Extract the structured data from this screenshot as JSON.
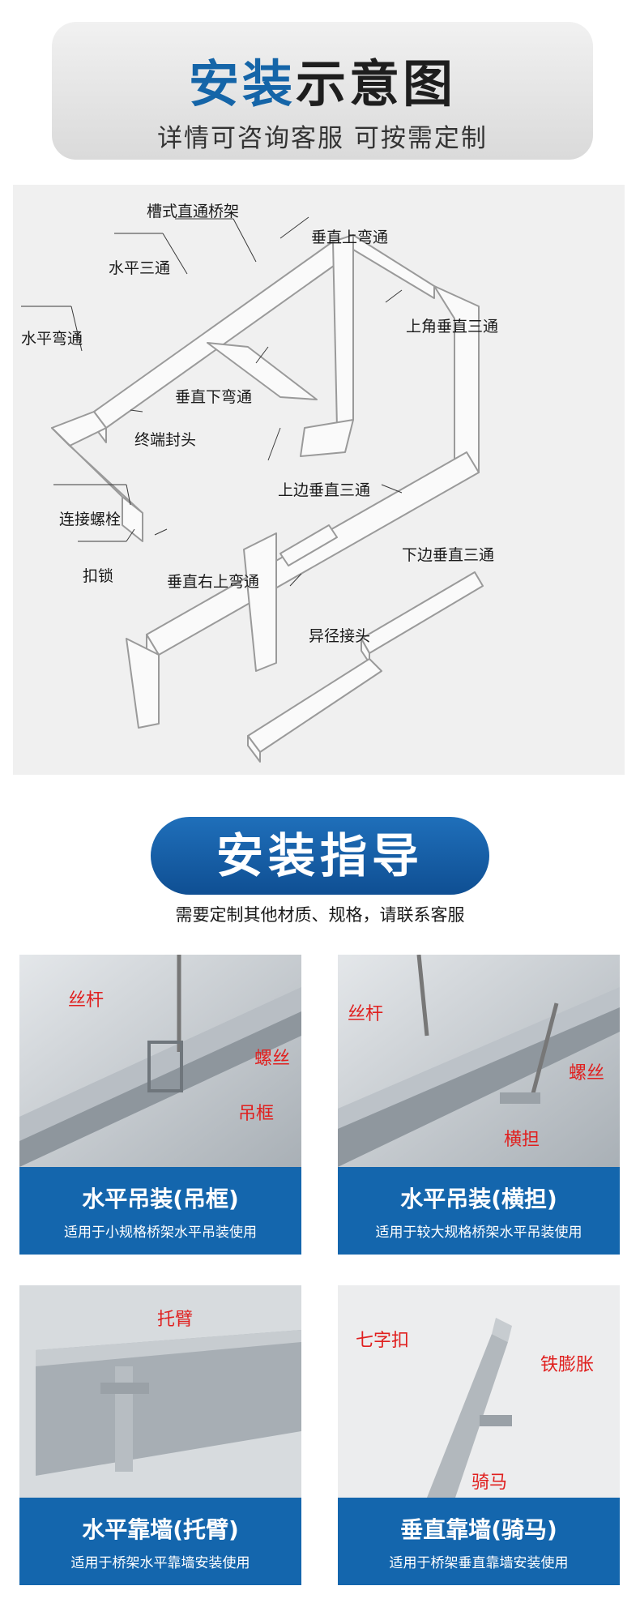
{
  "header": {
    "title_blue": "安装",
    "title_dark": "示意图",
    "subtitle": "详情可咨询客服  可按需定制"
  },
  "diagram_labels": {
    "straight_tray": "槽式直通桥架",
    "vertical_up_bend": "垂直上弯通",
    "horizontal_tee": "水平三通",
    "upper_corner_tee": "上角垂直三通",
    "horizontal_bend": "水平弯通",
    "vertical_down_bend": "垂直下弯通",
    "end_cap": "终端封头",
    "upper_vertical_tee": "上边垂直三通",
    "connecting_bolt": "连接螺栓",
    "lower_vertical_tee": "下边垂直三通",
    "buckle_lock": "扣锁",
    "vertical_right_up_bend": "垂直右上弯通",
    "reducer": "异径接头"
  },
  "guide": {
    "title": "安装指导",
    "subtitle": "需要定制其他材质、规格，请联系客服"
  },
  "cards": [
    {
      "title": "水平吊装(吊框)",
      "desc": "适用于小规格桥架水平吊装使用",
      "labels": [
        "丝杆",
        "螺丝",
        "吊框"
      ]
    },
    {
      "title": "水平吊装(横担)",
      "desc": "适用于较大规格桥架水平吊装使用",
      "labels": [
        "丝杆",
        "螺丝",
        "横担"
      ]
    },
    {
      "title": "水平靠墙(托臂)",
      "desc": "适用于桥架水平靠墙安装使用",
      "labels": [
        "托臂"
      ]
    },
    {
      "title": "垂直靠墙(骑马)",
      "desc": "适用于桥架垂直靠墙安装使用",
      "labels": [
        "七字扣",
        "铁膨胀",
        "骑马"
      ]
    }
  ],
  "colors": {
    "brand_blue": "#1466ad",
    "label_red": "#e0201f",
    "header_gray": "#e4e4e4"
  }
}
